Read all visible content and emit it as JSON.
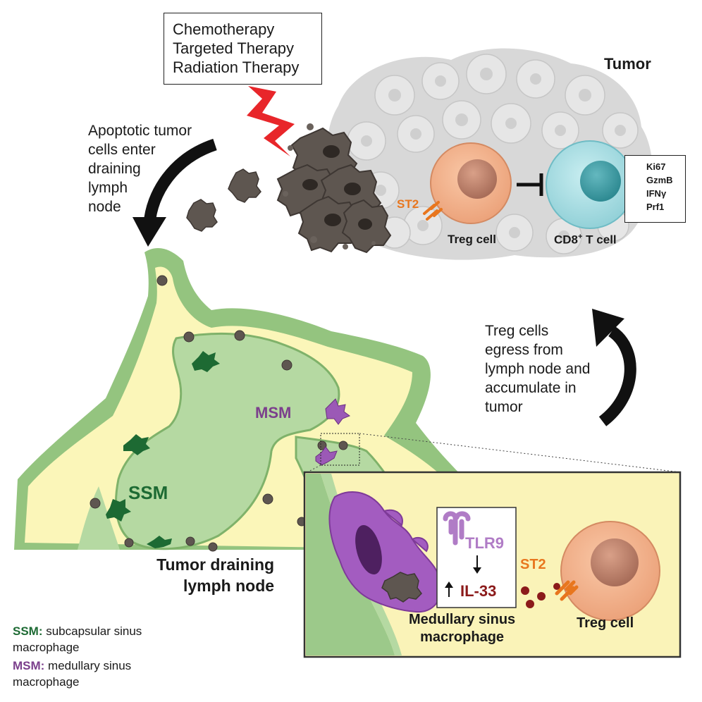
{
  "therapies": [
    "Chemotherapy",
    "Targeted Therapy",
    "Radiation Therapy"
  ],
  "tumor_label": "Tumor",
  "apoptotic_text": [
    "Apoptotic tumor",
    "cells enter",
    "draining",
    "lymph",
    "node"
  ],
  "st2_label": "ST2",
  "treg_label": "Treg cell",
  "cd8_label": "CD8",
  "cd8_sup": "+",
  "cd8_suffix": " T cell",
  "markers": [
    "Ki67",
    "GzmB",
    "IFNγ",
    "Prf1"
  ],
  "egress_text": [
    "Treg cells",
    "egress from",
    "lymph node and",
    "accumulate in",
    "tumor"
  ],
  "msm_label": "MSM",
  "ssm_label": "SSM",
  "lymph_node_label": [
    "Tumor draining",
    "lymph node"
  ],
  "inset": {
    "tlr9": "TLR9",
    "il33": "IL-33",
    "st2": "ST2",
    "msm_name": [
      "Medullary sinus",
      "macrophage"
    ],
    "treg_name": "Treg cell"
  },
  "legend": [
    {
      "abbr": "SSM:",
      "text": " subcapsular sinus",
      "cont": "macrophage",
      "color": "#1d6a33"
    },
    {
      "abbr": "MSM:",
      "text": " medullary sinus",
      "cont": "macrophage",
      "color": "#7b3f8c"
    }
  ],
  "colors": {
    "ssm": "#1d6a33",
    "msm": "#7b3f8c",
    "st2": "#e8761e",
    "il33": "#8b1a1a",
    "treg_fill": "#f5b28d",
    "cd8_fill": "#aee0e5",
    "tumor": "#d9d9d9",
    "lymph_outer": "#9cc98a",
    "sinus": "#fbf6b9",
    "inset_bg": "#faf3b8",
    "bolt": "#e8262a"
  }
}
